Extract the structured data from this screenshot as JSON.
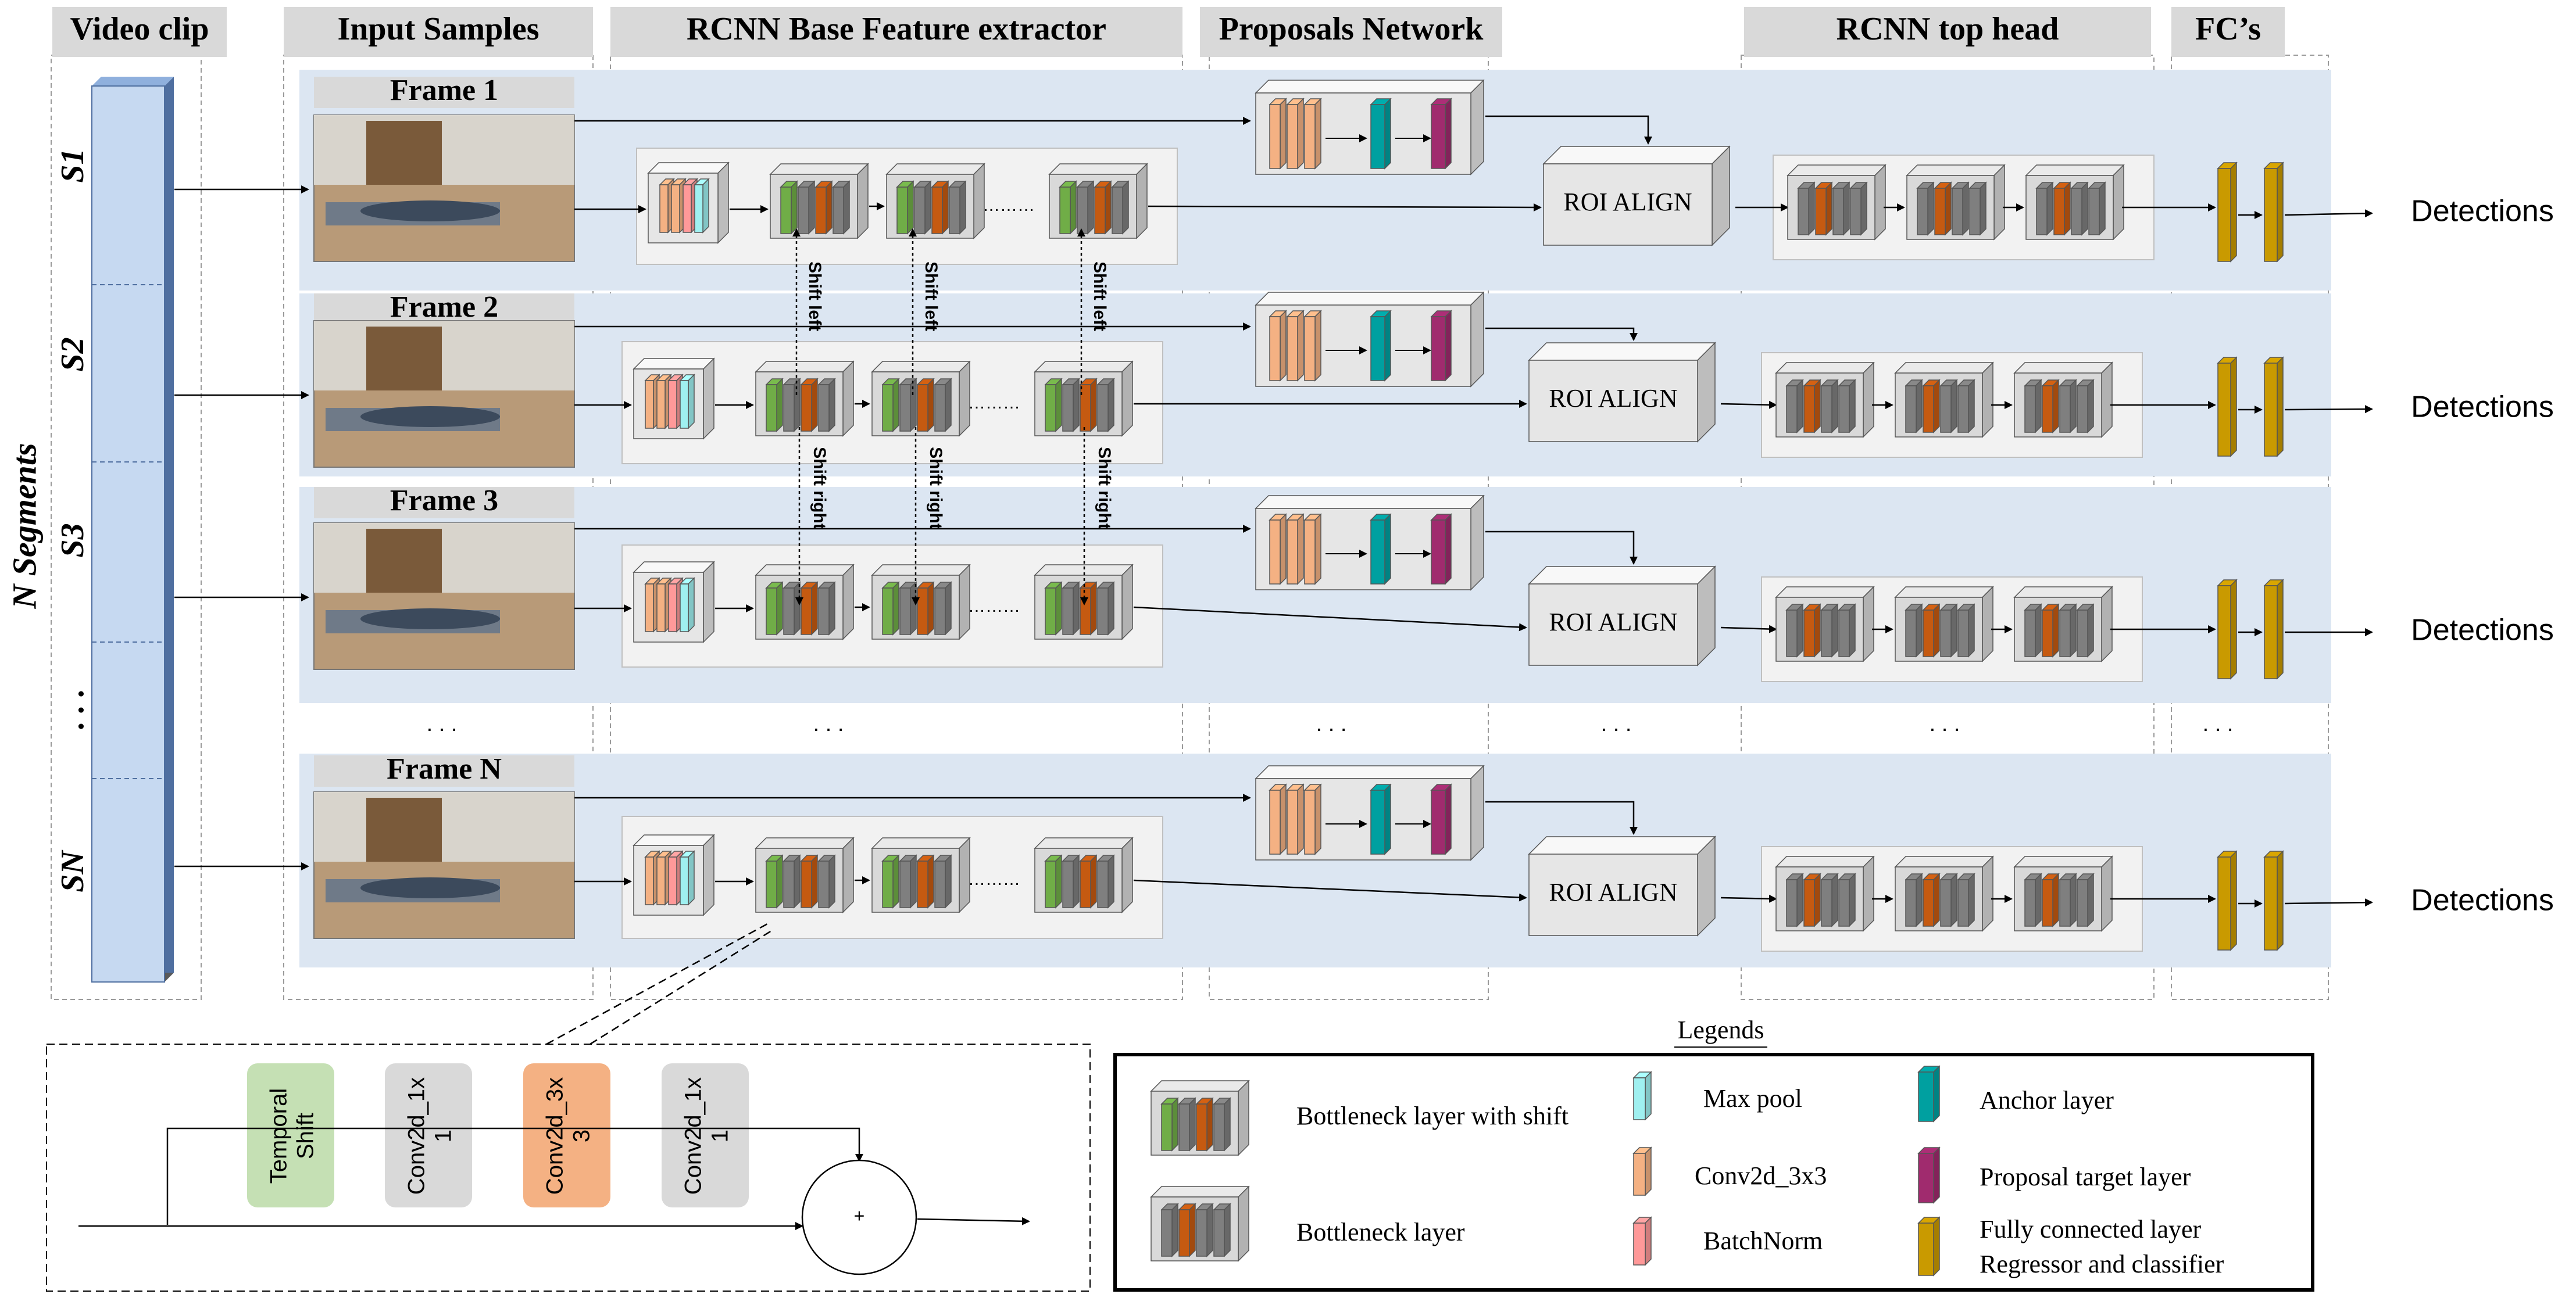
{
  "columns": [
    "Video clip",
    "Input Samples",
    "RCNN Base Feature extractor",
    "Proposals Network",
    "RCNN top head",
    "FC’s"
  ],
  "segments_axis_label": "N Segments",
  "segment_labels": [
    "S1",
    "S2",
    "S3",
    ". . .",
    "SN"
  ],
  "frames": [
    "Frame 1",
    "Frame 2",
    "Frame 3",
    "Frame N"
  ],
  "roi_label": "ROI ALIGN",
  "detections_label": "Detections",
  "shift_left": "Shift left",
  "shift_right": "Shift right",
  "dots_inline": "………",
  "dots_row": ". . .",
  "detail": {
    "temporal": "Temporal Shift",
    "conv1": "Conv2d_1x 1",
    "conv3": "Conv2d_3x 3",
    "conv2": "Conv2d_1x 1",
    "plus": "+"
  },
  "legend": {
    "title": "Legends",
    "items": [
      "Bottleneck layer with shift",
      "Bottleneck layer",
      "Max pool",
      "Conv2d_3x3",
      "BatchNorm",
      "Anchor layer",
      "Proposal target layer",
      "Fully connected layer",
      "Regressor and classifier"
    ]
  },
  "colors": {
    "row_bg": "#dce6f2",
    "header_bg": "#d9d9d9",
    "video_bar": "#c6d9f1",
    "green": "#70ad47",
    "orange": "#c55a11",
    "gray": "#7f7f7f",
    "peach": "#f4b183",
    "pink": "#ff9999",
    "cyan": "#9ff0f0",
    "teal": "#00a0a0",
    "magenta": "#a02b6e",
    "gold": "#c99a00",
    "temporal_bg": "#c5e0b4",
    "conv_bg": "#d9d9d9",
    "conv3_bg": "#f4b183"
  }
}
